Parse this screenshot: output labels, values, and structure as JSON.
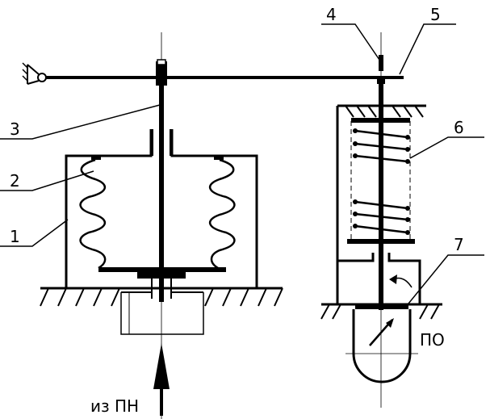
{
  "labels": {
    "l1": "1",
    "l2": "2",
    "l3": "3",
    "l4": "4",
    "l5": "5",
    "l6": "6",
    "l7": "7"
  },
  "texts": {
    "inlet": "из ПН",
    "outlet": "ПО"
  },
  "colors": {
    "ink": "#000000",
    "paper": "#ffffff"
  }
}
